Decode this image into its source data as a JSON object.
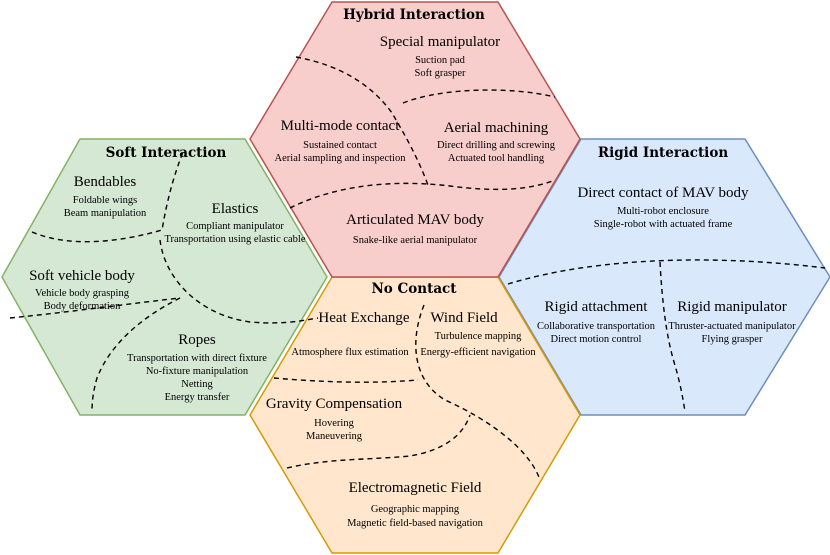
{
  "colors": {
    "hybrid_fill": "#f8cecc",
    "hybrid_stroke": "#b85450",
    "soft_fill": "#d5e8d4",
    "soft_stroke": "#82b366",
    "rigid_fill": "#dae8fc",
    "rigid_stroke": "#6c8ebf",
    "nocontact_fill": "#ffe6cc",
    "nocontact_stroke": "#d79b00"
  },
  "hybrid": {
    "title": "Hybrid Interaction",
    "special": {
      "label": "Special manipulator",
      "items": [
        "Suction pad",
        "Soft grasper"
      ]
    },
    "multimode": {
      "label": "Multi-mode contact",
      "items": [
        "Sustained contact",
        "Aerial sampling and inspection"
      ]
    },
    "machining": {
      "label": "Aerial machining",
      "items": [
        "Direct drilling and screwing",
        "Actuated tool handling"
      ]
    },
    "articulated": {
      "label": "Articulated MAV body",
      "items": [
        "Snake-like aerial manipulator"
      ]
    }
  },
  "soft": {
    "title": "Soft Interaction",
    "bendables": {
      "label": "Bendables",
      "items": [
        "Foldable wings",
        "Beam manipulation"
      ]
    },
    "elastics": {
      "label": "Elastics",
      "items": [
        "Compliant manipulator",
        "Transportation using elastic cable"
      ]
    },
    "vehicle": {
      "label": "Soft vehicle body",
      "items": [
        "Vehicle body grasping",
        "Body deformation"
      ]
    },
    "ropes": {
      "label": "Ropes",
      "items": [
        "Transportation with direct fixture",
        "No-fixture manipulation",
        "Netting",
        "Energy transfer"
      ]
    }
  },
  "rigid": {
    "title": "Rigid Interaction",
    "direct": {
      "label": "Direct contact of MAV body",
      "items": [
        "Multi-robot enclosure",
        "Single-robot with actuated frame"
      ]
    },
    "attachment": {
      "label": "Rigid attachment",
      "items": [
        "Collaborative transportation",
        "Direct motion control"
      ]
    },
    "manipulator": {
      "label": "Rigid manipulator",
      "items": [
        "Thruster-actuated manipulator",
        "Flying grasper"
      ]
    }
  },
  "nocontact": {
    "title": "No Contact",
    "heat": {
      "label": "Heat Exchange",
      "items": [
        "Atmosphere flux estimation"
      ]
    },
    "wind": {
      "label": "Wind Field",
      "items": [
        "Turbulence mapping",
        "Energy-efficient navigation"
      ]
    },
    "gravity": {
      "label": "Gravity Compensation",
      "items": [
        "Hovering",
        "Maneuvering"
      ]
    },
    "em": {
      "label": "Electromagnetic Field",
      "items": [
        "Geographic mapping",
        "Magnetic field-based navigation"
      ]
    }
  }
}
